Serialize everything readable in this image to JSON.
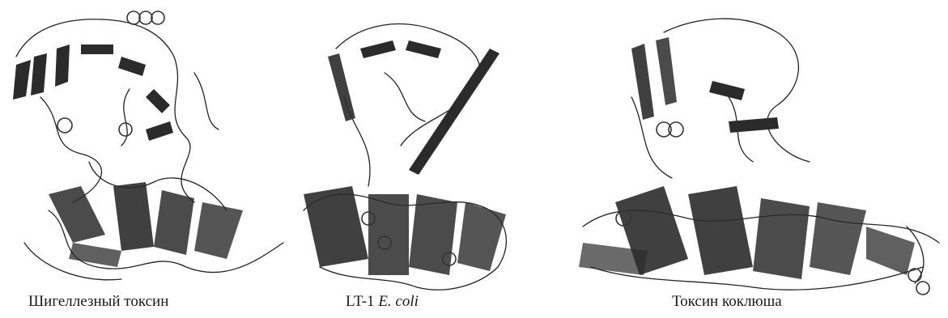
{
  "figure": {
    "panels": [
      {
        "caption": "Шигеллезный токсин",
        "image_description": "ribbon diagram of protein structure"
      },
      {
        "caption_prefix": "LT-1",
        "caption_italic": "E. coli",
        "image_description": "ribbon diagram of protein structure"
      },
      {
        "caption": "Токсин коклюша",
        "image_description": "ribbon diagram of protein structure"
      }
    ]
  }
}
